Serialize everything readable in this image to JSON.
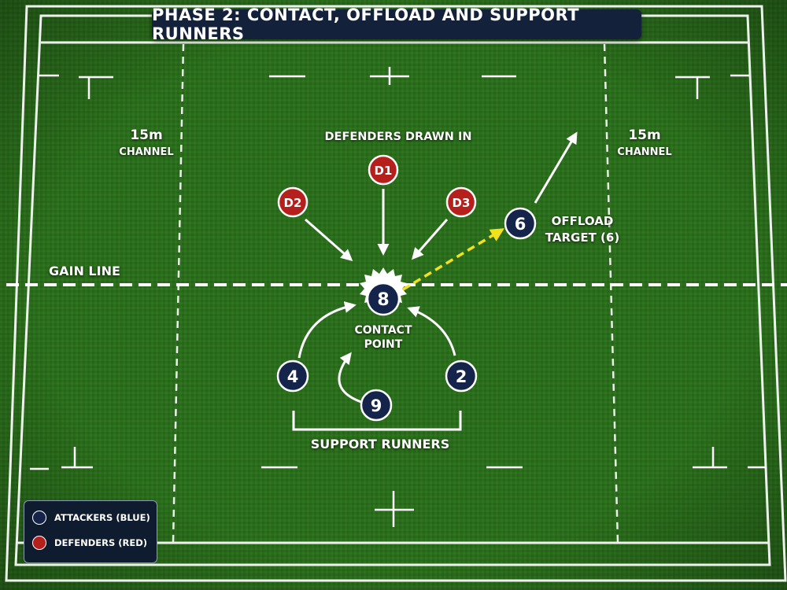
{
  "title": "PHASE 2: CONTACT, OFFLOAD AND SUPPORT RUNNERS",
  "labels": {
    "channel_left_top": "15m",
    "channel_left_bottom": "CHANNEL",
    "channel_right_top": "15m",
    "channel_right_bottom": "CHANNEL",
    "gain_line": "GAIN LINE",
    "defenders_drawn": "DEFENDERS DRAWN IN",
    "offload_target_1": "OFFLOAD",
    "offload_target_2": "TARGET (6)",
    "contact_point_1": "CONTACT",
    "contact_point_2": "POINT",
    "support_runners": "SUPPORT RUNNERS"
  },
  "players": {
    "d1": "D1",
    "d2": "D2",
    "d3": "D3",
    "p8": "8",
    "p6": "6",
    "p4": "4",
    "p2": "2",
    "p9": "9"
  },
  "legend": {
    "attackers": "ATTACKERS (BLUE)",
    "defenders": "DEFENDERS (RED)"
  },
  "colors": {
    "attacker": "#15244a",
    "defender": "#b5201c",
    "offload_arrow": "#f4e11e",
    "pitch": "#2b6c1d"
  }
}
